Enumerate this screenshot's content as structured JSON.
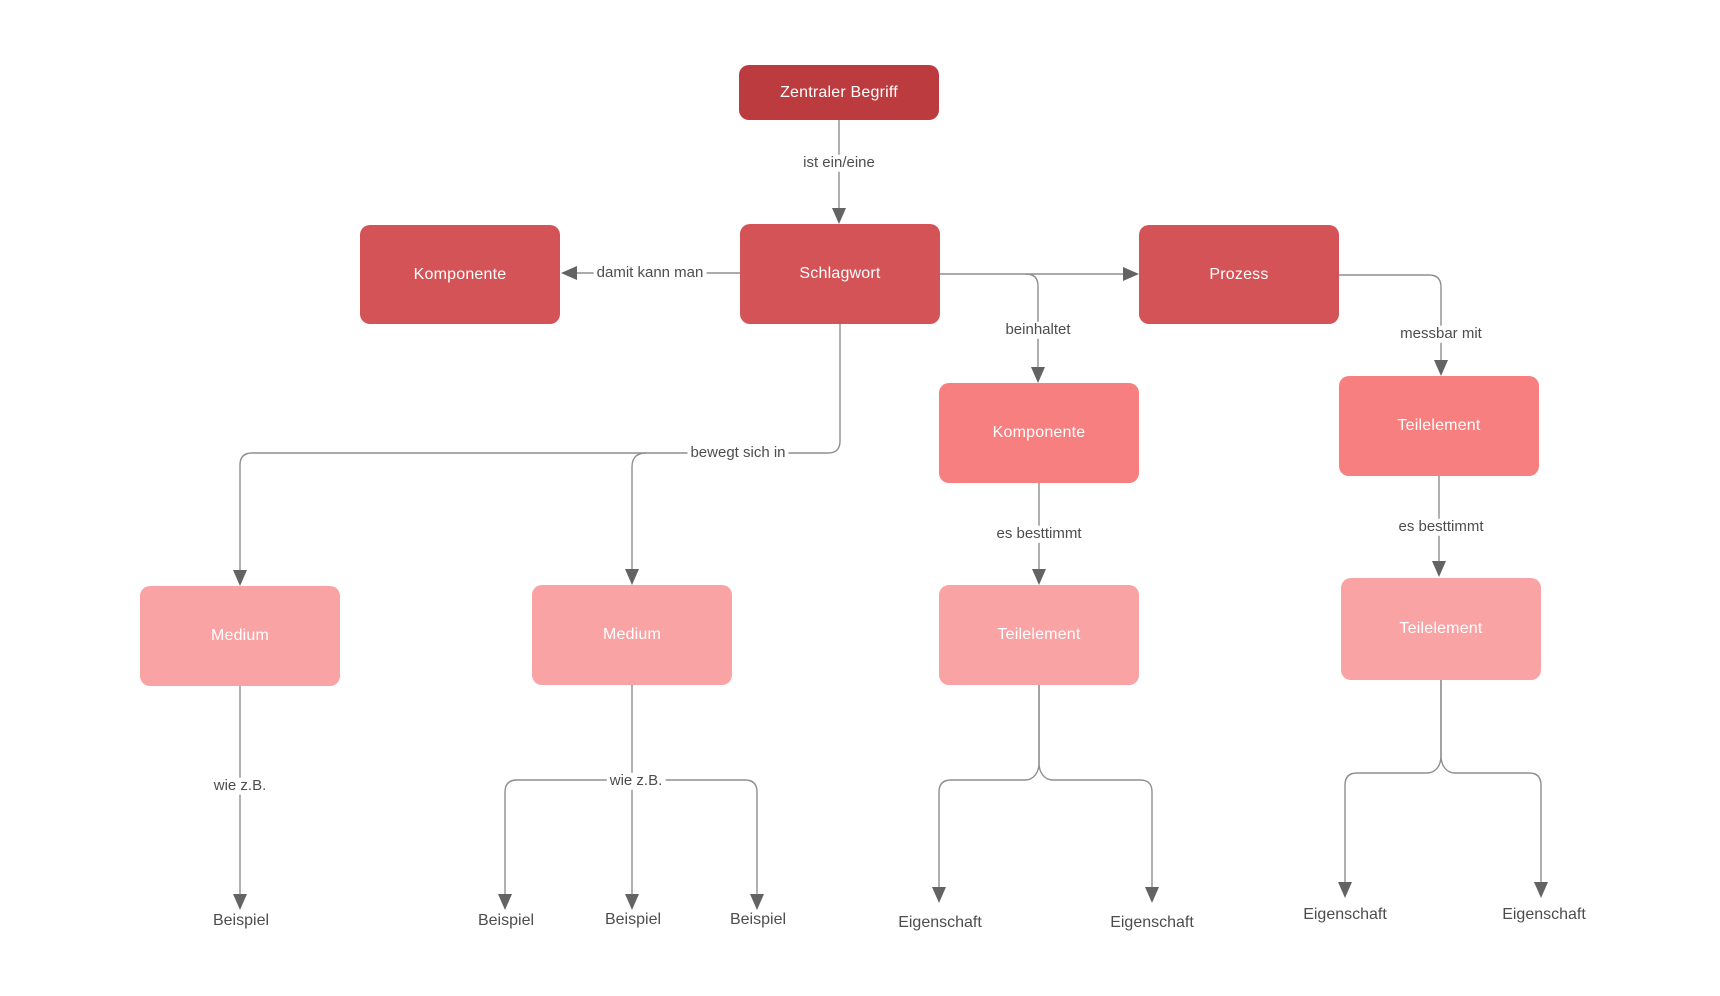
{
  "nodes": {
    "zentraler_begriff": "Zentraler Begriff",
    "komponente_links": "Komponente",
    "schlagwort": "Schlagwort",
    "prozess": "Prozess",
    "komponente_mitte": "Komponente",
    "teilelement_rechts_oben": "Teilelement",
    "medium_links": "Medium",
    "medium_mitte": "Medium",
    "teilelement_mitte": "Teilelement",
    "teilelement_rechts_unten": "Teilelement"
  },
  "edge_labels": {
    "ist_ein_eine": "ist ein/eine",
    "damit_kann_man": "damit kann man",
    "beinhaltet": "beinhaltet",
    "messbar_mit": "messbar mit",
    "bewegt_sich_in": "bewegt sich in",
    "es_besttimmt": [
      "es besttimmt",
      "es besttimmt"
    ],
    "wie_zb": [
      "wie z.B.",
      "wie z.B."
    ]
  },
  "leaf_labels": {
    "beispiel": [
      "Beispiel",
      "Beispiel",
      "Beispiel",
      "Beispiel"
    ],
    "eigenschaft": [
      "Eigenschaft",
      "Eigenschaft",
      "Eigenschaft",
      "Eigenschaft"
    ]
  },
  "edges": [
    {
      "from": "zentraler_begriff",
      "to": "schlagwort",
      "label": "ist ein/eine"
    },
    {
      "from": "schlagwort",
      "to": "komponente_links",
      "label": "damit kann man"
    },
    {
      "from": "schlagwort",
      "to": "prozess",
      "label": ""
    },
    {
      "from": "schlagwort",
      "to": "komponente_mitte",
      "label": "beinhaltet"
    },
    {
      "from": "prozess",
      "to": "teilelement_rechts_oben",
      "label": "messbar mit"
    },
    {
      "from": "schlagwort",
      "to": "medium_links",
      "label": "bewegt sich in"
    },
    {
      "from": "schlagwort",
      "to": "medium_mitte",
      "label": "bewegt sich in"
    },
    {
      "from": "komponente_mitte",
      "to": "teilelement_mitte",
      "label": "es besttimmt"
    },
    {
      "from": "teilelement_rechts_oben",
      "to": "teilelement_rechts_unten",
      "label": "es besttimmt"
    },
    {
      "from": "medium_links",
      "to": "beispiel_1",
      "label": "wie z.B."
    },
    {
      "from": "medium_mitte",
      "to": "beispiel_2",
      "label": "wie z.B."
    },
    {
      "from": "medium_mitte",
      "to": "beispiel_3",
      "label": "wie z.B."
    },
    {
      "from": "medium_mitte",
      "to": "beispiel_4",
      "label": "wie z.B."
    },
    {
      "from": "teilelement_mitte",
      "to": "eigenschaft_1",
      "label": ""
    },
    {
      "from": "teilelement_mitte",
      "to": "eigenschaft_2",
      "label": ""
    },
    {
      "from": "teilelement_rechts_unten",
      "to": "eigenschaft_3",
      "label": ""
    },
    {
      "from": "teilelement_rechts_unten",
      "to": "eigenschaft_4",
      "label": ""
    }
  ],
  "colors": {
    "node_dark_red": "#bc3b3f",
    "node_red": "#d45356",
    "node_salmon": "#f87f80",
    "node_pink": "#f9a3a4",
    "node_text": "#ffffff",
    "connector": "#8f8f8f",
    "arrowhead": "#636363",
    "label_text": "#4d4d4d",
    "background": "#ffffff"
  }
}
